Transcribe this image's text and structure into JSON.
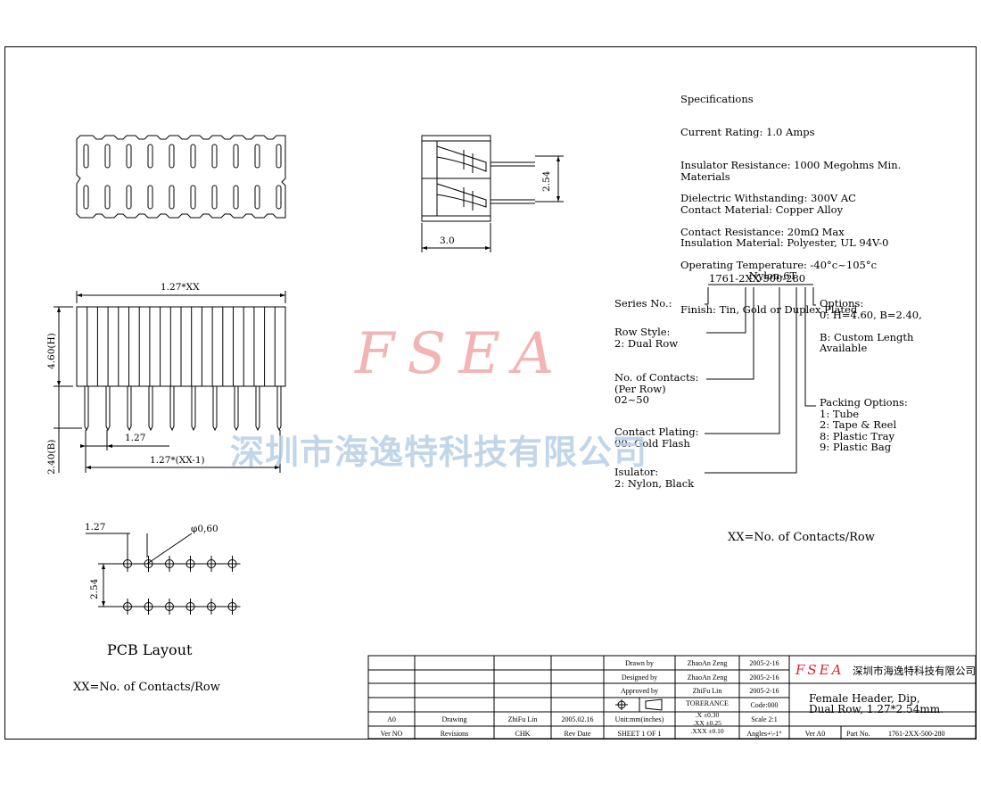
{
  "specs": {
    "title": "Specifications",
    "lines": [
      "Current Rating: 1.0 Amps",
      "Insulator Resistance: 1000 Megohms Min.",
      "Dielectric Withstanding: 300V AC",
      "Contact Resistance: 20mΩ Max",
      "Operating Temperature: -40°c~105°c"
    ]
  },
  "materials": {
    "title": "Materials",
    "lines": [
      "Contact Material: Copper Alloy",
      "Insulation Material: Polyester, UL 94V-0",
      "                     Nylon-6T",
      "Finish: Tin, Gold or Duplex Plated"
    ]
  },
  "dims": {
    "side_pitch": "2.54",
    "side_width": "3.0",
    "front_length": "1.27*XX",
    "front_height": "4.60(H)",
    "pin_length": "2.40(B)",
    "pin_pitch": "1.27",
    "pin_span": "1.27*(XX-1)",
    "pcb_pitch": "1.27",
    "pcb_hole": "φ0,60",
    "pcb_row": "2.54"
  },
  "pcb": {
    "title": "PCB Layout",
    "note": "XX=No. of Contacts/Row"
  },
  "part_code": {
    "code": "1761-2XX-500-280",
    "series": "Series No.:",
    "row_style": "Row Style:\n2: Dual Row",
    "contacts": "No. of Contacts:\n(Per Row)\n02~50",
    "plating": "Contact Plating:\n00: Gold Flash",
    "insulator": "Isulator:\n2: Nylon, Black",
    "options": "Options:\n0: H=4.60, B=2.40,\n\nB: Custom Length\nAvailable",
    "packing": "Packing Options:\n1: Tube\n2: Tape & Reel\n8: Plastic Tray\n9: Plastic Bag",
    "note": "XX=No. of Contacts/Row"
  },
  "watermark": {
    "logo": "FSEA",
    "company": "深圳市海逸特科技有限公司"
  },
  "title_block": {
    "drawn_label": "Drawn by",
    "drawn_by": "ZhaoAn Zeng",
    "drawn_date": "2005-2-16",
    "designed_label": "Designed by",
    "designed_by": "ZhaoAn Zeng",
    "designed_date": "2005-2-16",
    "approved_label": "Approved by",
    "approved_by": "ZhiFu Lin",
    "approved_date": "2005-2-16",
    "rev_ver": "A0",
    "rev_desc": "Drawing",
    "rev_chk": "ZhiFu Lin",
    "rev_date": "2005.02.16",
    "h_ver": "Ver NO",
    "h_rev": "Revisions",
    "h_chk": "CHK",
    "h_date": "Rev Date",
    "units": "Unit:mm(inches)",
    "sheet": "SHEET 1 OF 1",
    "tol_title": "TORERANCE",
    "tol_1": ".X    ±0.30",
    "tol_2": ".XX   ±0.25",
    "tol_3": ".XXX  ±0.10",
    "code": "Code:000",
    "scale": "Scale 2:1",
    "angles": "Angles+\\-1°",
    "logo": "FSEA",
    "company": "深圳市海逸特科技有限公司",
    "title_1": "Female Header, Dip,",
    "title_2": "Dual Row, 1.27*2.54mm.",
    "ver": "Ver A0",
    "part_label": "Part No.",
    "part_no": "1761-2XX-500-280"
  }
}
